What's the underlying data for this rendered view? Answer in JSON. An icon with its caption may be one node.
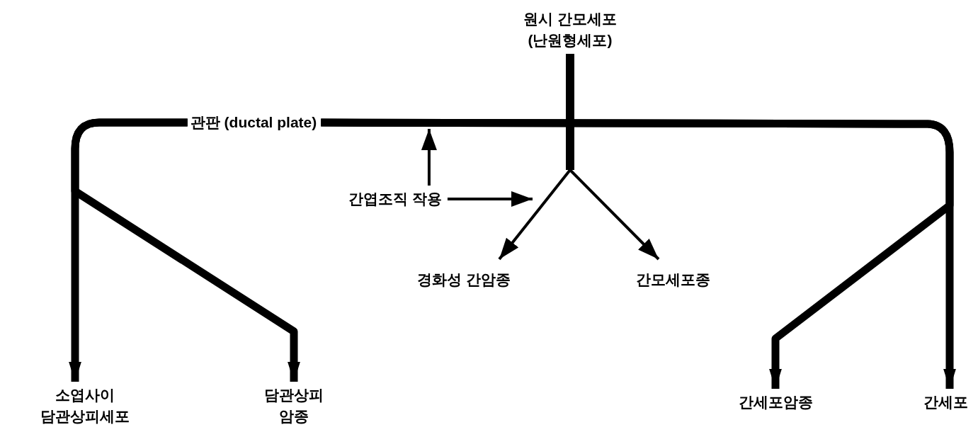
{
  "diagram": {
    "nodes": [
      {
        "text": [
          "원시 간모세포 (난원형세포)"
        ]
      },
      {
        "text": [
          "관판 (ductal plate)"
        ]
      },
      {
        "text": [
          "간엽조직 작용"
        ]
      },
      {
        "text": [
          "경화성 간암종"
        ]
      },
      {
        "text": [
          "간모세포종"
        ]
      },
      {
        "text": [
          "소엽사이 담관상피세포"
        ]
      },
      {
        "text": [
          "담관상피 암종"
        ]
      },
      {
        "text": [
          "간세포암종"
        ]
      },
      {
        "text": [
          "간세포"
        ]
      }
    ],
    "edges": [
      {
        "from": 0,
        "to": 3,
        "arrow": "to"
      },
      {
        "from": 0,
        "to": 4,
        "arrow": "to"
      },
      {
        "from": 1,
        "to": 5,
        "arrow": "to",
        "style": "thick"
      },
      {
        "from": 1,
        "to": 6,
        "arrow": "to",
        "style": "thick"
      },
      {
        "from": 1,
        "to": 8,
        "arrow": "to",
        "style": "thick"
      },
      {
        "from": 1,
        "to": 7,
        "arrow": "to",
        "style": "thick"
      },
      {
        "from": 2,
        "to": null,
        "arrow": "to"
      },
      {
        "from": 2,
        "to": null,
        "arrow": "to"
      }
    ]
  }
}
